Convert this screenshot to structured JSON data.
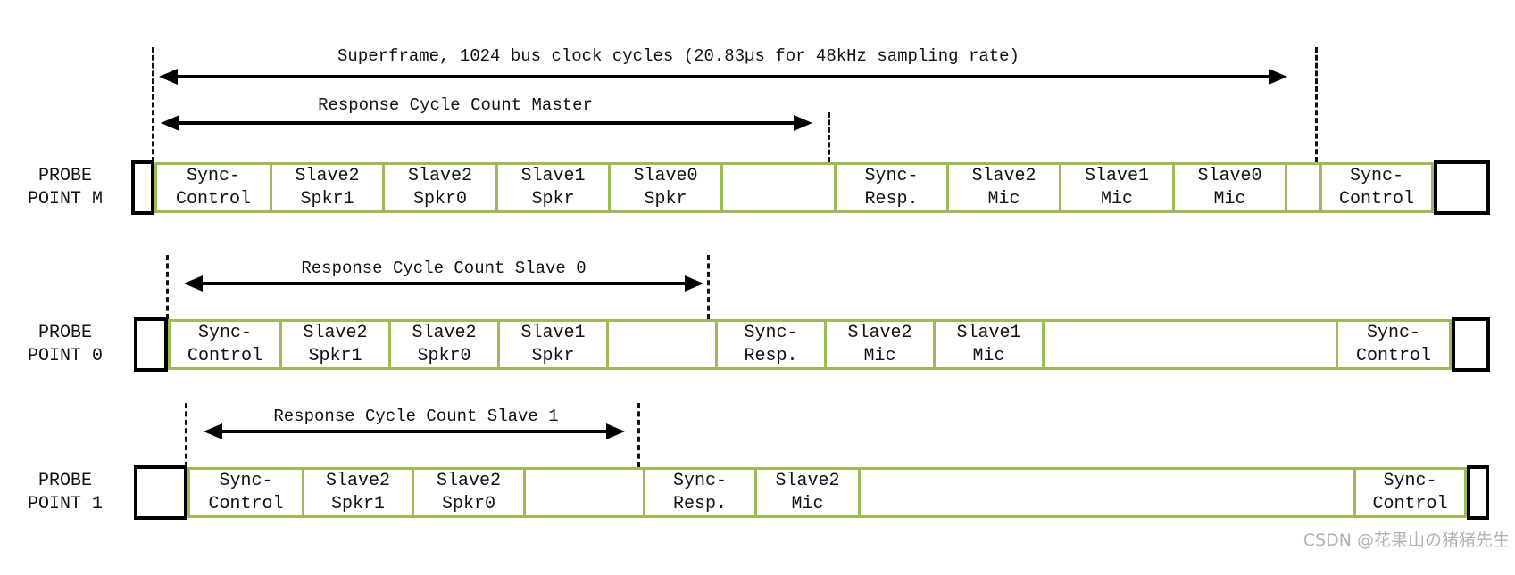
{
  "annotations": {
    "superframe": {
      "label": "Superframe, 1024 bus clock cycles (20.83µs for 48kHz sampling rate)"
    },
    "master": {
      "label": "Response Cycle Count Master"
    },
    "slave0": {
      "label": "Response Cycle Count Slave 0"
    },
    "slave1": {
      "label": "Response Cycle Count Slave 1"
    }
  },
  "rows": [
    {
      "label": "PROBE\nPOINT M",
      "cells": [
        "Sync-\nControl",
        "Slave2\nSpkr1",
        "Slave2\nSpkr0",
        "Slave1\nSpkr",
        "Slave0\nSpkr",
        "",
        "Sync-\nResp.",
        "Slave2\nMic",
        "Slave1\nMic",
        "Slave0\nMic",
        "",
        "Sync-\nControl"
      ]
    },
    {
      "label": "PROBE\nPOINT 0",
      "cells": [
        "Sync-\nControl",
        "Slave2\nSpkr1",
        "Slave2\nSpkr0",
        "Slave1\nSpkr",
        "",
        "Sync-\nResp.",
        "Slave2\nMic",
        "Slave1\nMic",
        "",
        "Sync-\nControl"
      ]
    },
    {
      "label": "PROBE\nPOINT 1",
      "cells": [
        "Sync-\nControl",
        "Slave2\nSpkr1",
        "Slave2\nSpkr0",
        "",
        "Sync-\nResp.",
        "Slave2\nMic",
        "",
        "Sync-\nControl"
      ]
    }
  ],
  "watermark": "CSDN @花果山の猪猪先生",
  "colors": {
    "cell_border": "#9bbb59",
    "box_border": "#000000",
    "arrow": "#000000",
    "watermark": "#b2b2b2"
  }
}
